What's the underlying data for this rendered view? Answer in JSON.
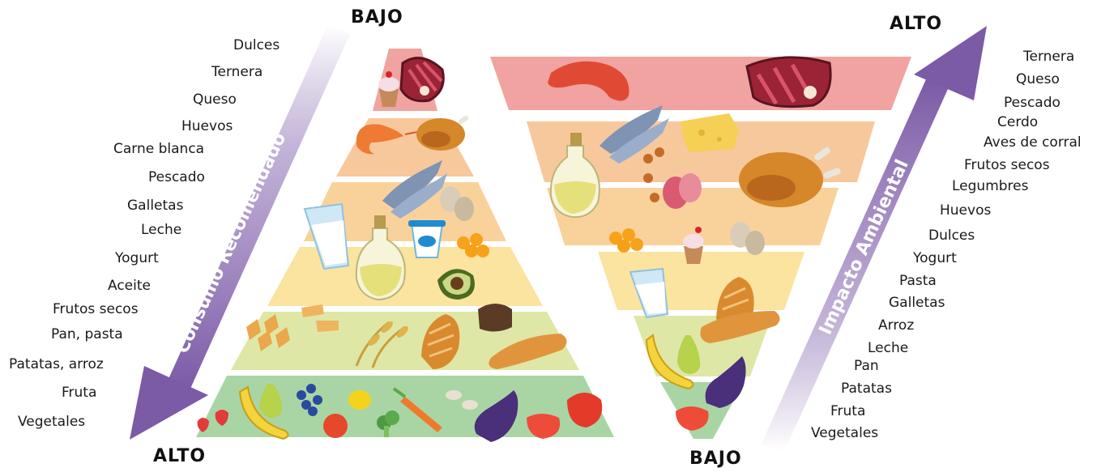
{
  "left_panel": {
    "top_label": "BAJO",
    "bottom_label": "ALTO",
    "arrow_label": "Consumo Recomendado",
    "items": [
      "Dulces",
      "Ternera",
      "Queso",
      "Huevos",
      "Carne blanca",
      "Pescado",
      "Galletas",
      "Leche",
      "Yogurt",
      "Aceite",
      "Frutos secos",
      "Pan, pasta",
      "Patatas, arroz",
      "Fruta",
      "Vegetales"
    ]
  },
  "right_panel": {
    "top_label": "ALTO",
    "bottom_label": "BAJO",
    "arrow_label": "Impacto Ambiental",
    "items": [
      "Ternera",
      "Queso",
      "Pescado",
      "Cerdo",
      "Aves de corral",
      "Frutos secos",
      "Legumbres",
      "Huevos",
      "Dulces",
      "Yogurt",
      "Pasta",
      "Galletas",
      "Arroz",
      "Leche",
      "Pan",
      "Patatas",
      "Fruta",
      "Vegetales"
    ]
  },
  "colors": {
    "arrow_purple": "#7b5aa6",
    "tier_red": "#f0a3a0",
    "tier_peach": "#f7c89b",
    "tier_orange": "#f9d29b",
    "tier_yellow": "#fbe3a0",
    "tier_lightgreen": "#dfe7a6",
    "tier_green": "#a9d5a5"
  },
  "icons": [
    "meat-icon",
    "cupcake-icon",
    "shrimp-icon",
    "chicken-icon",
    "fish-icon",
    "eggs-icon",
    "milk-icon",
    "oil-icon",
    "yogurt-icon",
    "apricot-icon",
    "avocado-icon",
    "pasta-icon",
    "wheat-icon",
    "bread-icon",
    "baguette-icon",
    "banana-icon",
    "pear-icon",
    "blueberries-icon",
    "lemon-icon",
    "carrot-icon",
    "mushroom-icon",
    "eggplant-icon",
    "tomato-icon",
    "strawberry-icon",
    "broccoli-icon",
    "sausage-icon",
    "cheese-icon",
    "salami-icon"
  ]
}
